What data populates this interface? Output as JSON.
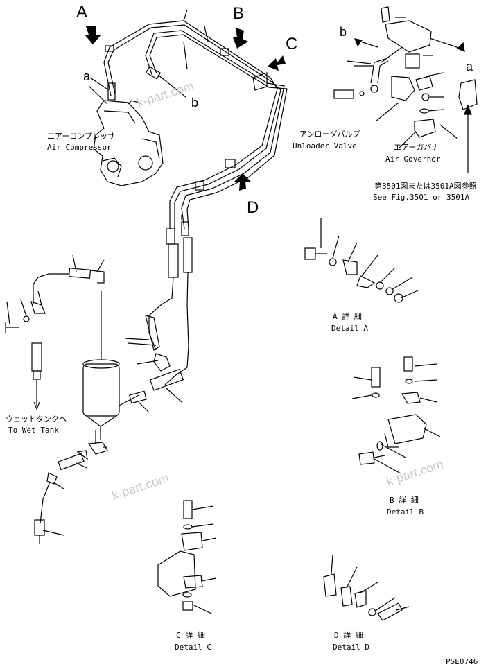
{
  "views": {
    "A": "A",
    "B": "B",
    "C": "C",
    "D": "D"
  },
  "refs": {
    "a": "a",
    "b": "b"
  },
  "labels": {
    "compressor_jp": "エアーコンプレッサ",
    "compressor_en": "Air Compressor",
    "unloader_jp": "アンローダバルブ",
    "unloader_en": "Unloader Valve",
    "governor_jp": "エアーガバナ",
    "governor_en": "Air Governor",
    "seefig_jp": "第3501図または3501A図参照",
    "seefig_en": "See Fig.3501 or 3501A",
    "wettank_jp": "ウェットタンクへ",
    "wettank_en": "To Wet Tank"
  },
  "details": {
    "a_jp": "A 詳 細",
    "a_en": "Detail A",
    "b_jp": "B 詳 細",
    "b_en": "Detail B",
    "c_jp": "C 詳 細",
    "c_en": "Detail C",
    "d_jp": "D 詳 細",
    "d_en": "Detail D"
  },
  "watermark": "k-part.com",
  "figure_code": "PSE0746"
}
